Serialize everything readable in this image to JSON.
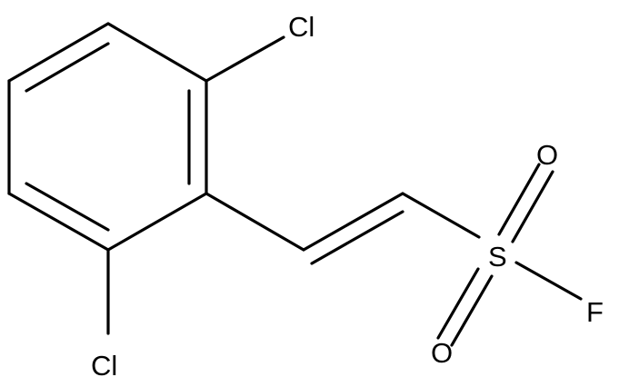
{
  "molecule": {
    "atoms": {
      "cl_top": "Cl",
      "cl_bottom": "Cl",
      "sulfur": "S",
      "oxygen_top": "O",
      "oxygen_bottom": "O",
      "fluorine": "F"
    }
  }
}
